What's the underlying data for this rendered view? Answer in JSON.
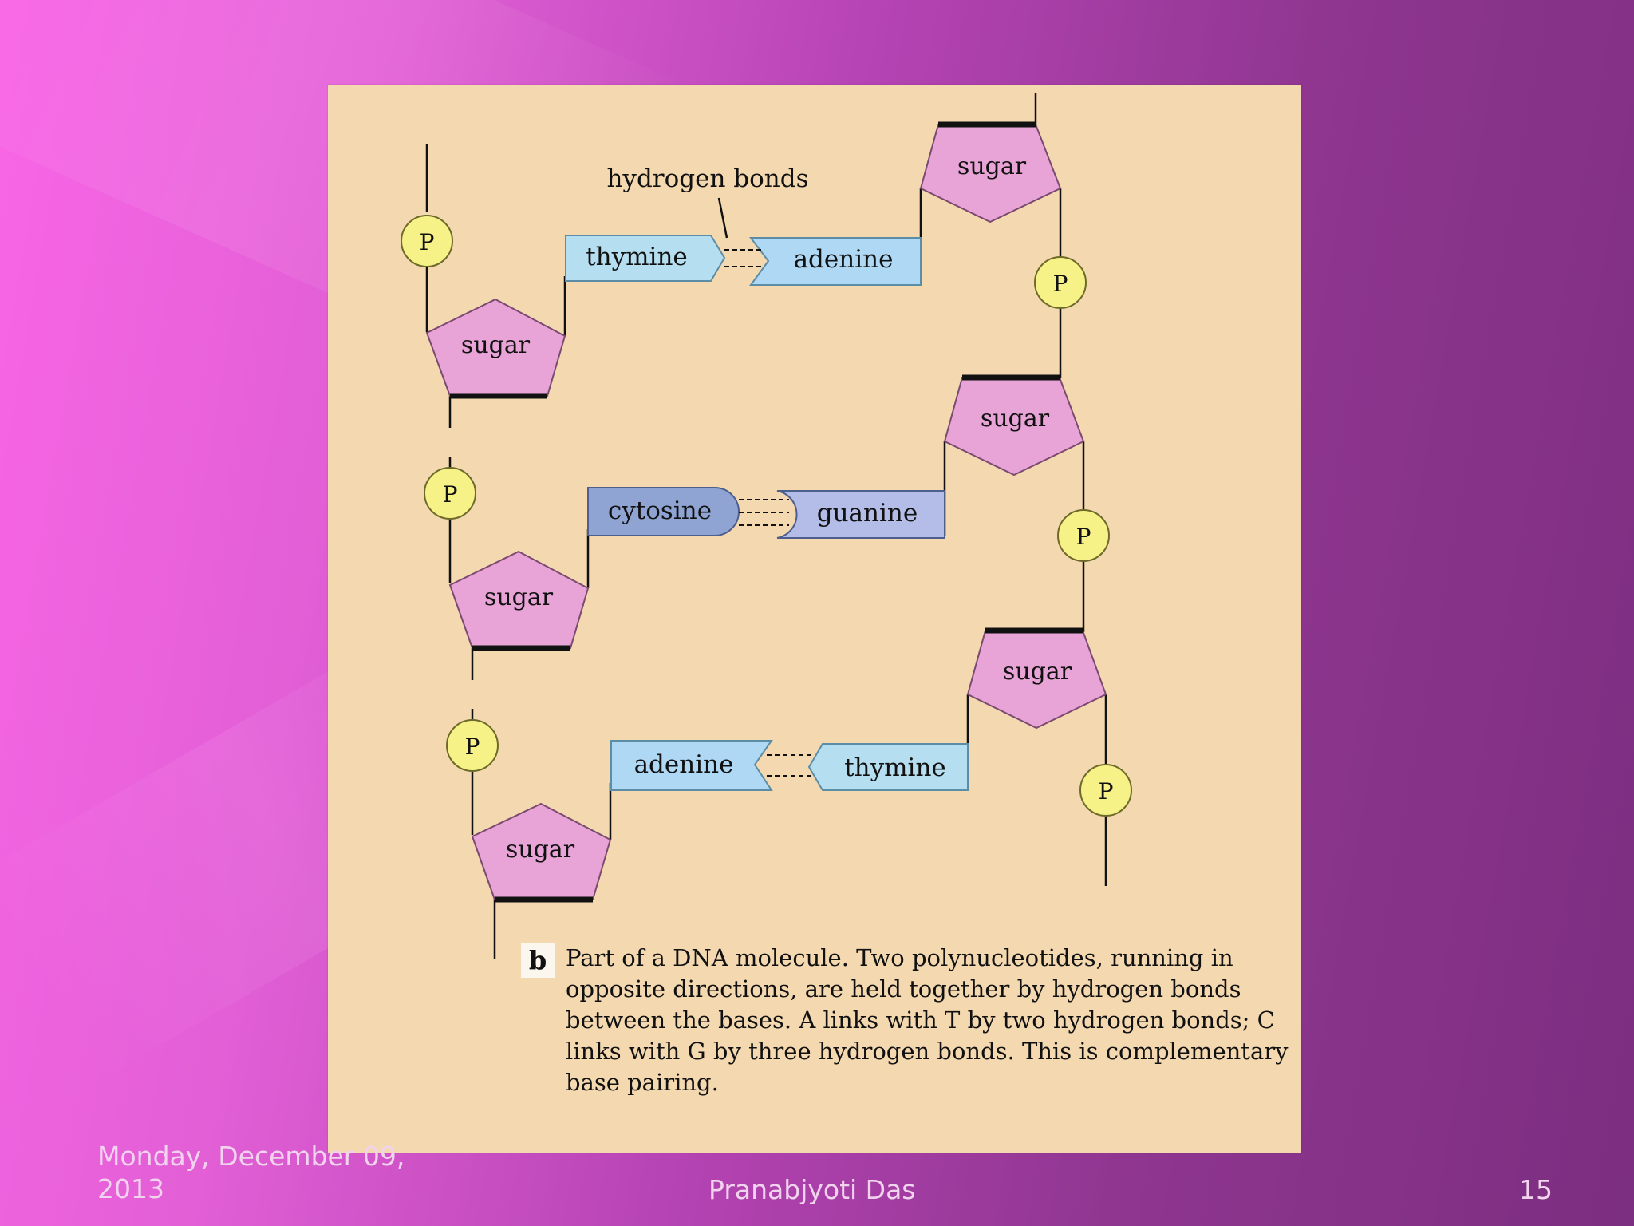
{
  "slide": {
    "date_line1": "Monday, December 09,",
    "date_line2": "2013",
    "author": "Pranabjyoti Das",
    "page_number": "15"
  },
  "figure": {
    "hydrogen_bonds_label": "hydrogen bonds",
    "phosphate_label": "P",
    "sugar_label": "sugar",
    "pairs": [
      {
        "left_base": "thymine",
        "right_base": "adenine",
        "hbond_count": 2
      },
      {
        "left_base": "cytosine",
        "right_base": "guanine",
        "hbond_count": 3
      },
      {
        "left_base": "adenine",
        "right_base": "thymine",
        "hbond_count": 2
      }
    ],
    "caption_letter": "b",
    "caption": "Part of a DNA molecule. Two polynucleotides, running in opposite directions, are held together by hydrogen bonds between the bases. A links with T by two hydrogen bonds; C links with G by three hydrogen bonds. This is complementary base pairing."
  },
  "colors": {
    "sugar": "#e8a4d6",
    "phosphate": "#f6f287",
    "pyrimidine_light": "#b5dff0",
    "purine_light": "#aed8f3",
    "cytosine": "#8fa4d2",
    "guanine": "#b4bde8",
    "paper": "#f4d8b0"
  }
}
